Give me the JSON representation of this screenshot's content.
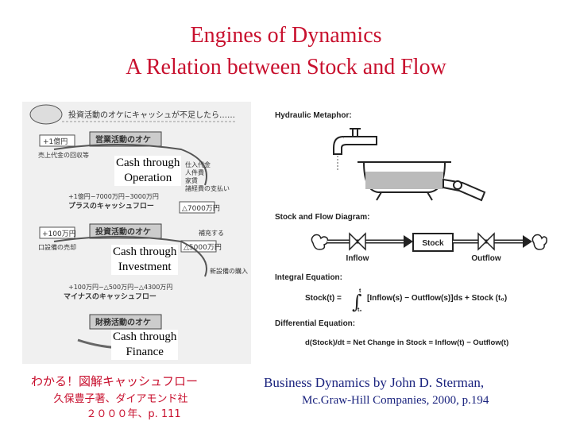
{
  "title": {
    "line1": "Engines of Dynamics",
    "line2": "A Relation between Stock and Flow"
  },
  "left_figure": {
    "header": "投資活動のオケにキャッシュが不足したら……",
    "operating_box": "営業活動のオケ",
    "investing_box": "投資活動のオケ",
    "financing_box": "財務活動のオケ",
    "plus_cash": "プラスのキャッシュフロー",
    "minus_cash": "マイナスのキャッシュフロー",
    "left_labels": [
      "+1億円",
      "売上代金の回収等",
      "+1億円−7000万円−3000万円",
      "+100万円",
      "口設備の売却",
      "+100万円−△500万円−△4300万円"
    ],
    "right_labels": [
      "仕入代金",
      "人件費",
      "家賃",
      "諸経費の支払い",
      "△7000万円",
      "補充する",
      "△5000万円",
      "新設備の購入"
    ],
    "captions": {
      "operation": "Cash through\nOperation",
      "investment": "Cash through\nInvestment",
      "finance": "Cash through\nFinance"
    },
    "book": {
      "title": "わかる！図解キャッシュフロー",
      "author": "久保豊子著、ダイアモンド社",
      "year": "２０００年、p. 111"
    }
  },
  "right_figure": {
    "hydraulic": "Hydraulic Metaphor:",
    "stock_flow": "Stock and Flow Diagram:",
    "stock": "Stock",
    "inflow": "Inflow",
    "outflow": "Outflow",
    "integral": "Integral Equation:",
    "integral_eq_left": "Stock(t) =",
    "integral_eq_right": "[Inflow(s) − Outflow(s)]ds + Stock (t₀)",
    "integral_limit_top": "t",
    "integral_limit_bottom": "t₀",
    "differential": "Differential Equation:",
    "differential_eq": "d(Stock)/dt = Net Change in Stock = Inflow(t) − Outflow(t)",
    "source_line1": "Business Dynamics by John D. Sterman,",
    "source_line2": "Mc.Graw-Hill Companies, 2000, p.194"
  }
}
